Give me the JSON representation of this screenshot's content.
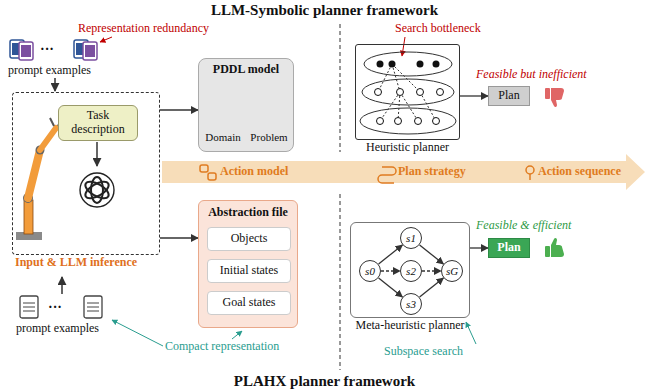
{
  "diagram": {
    "title": "LLM-Symbolic planner framework",
    "caption": "PLAHX planner framework",
    "nodes": [
      {
        "text": [
          "Input & LLM inference"
        ]
      },
      {
        "text": [
          "Task description"
        ],
        "in": 0
      },
      {
        "text": [
          "PDDL model",
          "Domain",
          "Problem"
        ]
      },
      {
        "text": [
          "Heuristic planner"
        ]
      },
      {
        "text": [
          "Plan"
        ]
      },
      {
        "text": [
          "Abstraction file"
        ]
      },
      {
        "text": [
          "Objects"
        ],
        "in": 5
      },
      {
        "text": [
          "Initial states"
        ],
        "in": 5
      },
      {
        "text": [
          "Goal states"
        ],
        "in": 5
      },
      {
        "text": [
          "Meta-heuristic planner"
        ]
      },
      {
        "text": [
          "s0"
        ],
        "in": 9
      },
      {
        "text": [
          "s1"
        ],
        "in": 9
      },
      {
        "text": [
          "s2"
        ],
        "in": 9
      },
      {
        "text": [
          "s3"
        ],
        "in": 9
      },
      {
        "text": [
          "sG"
        ],
        "in": 9
      },
      {
        "text": [
          "Plan"
        ]
      }
    ],
    "edges": [
      {
        "from": 0,
        "to": 2,
        "arrow": "to"
      },
      {
        "from": 0,
        "to": 5,
        "arrow": "to"
      },
      {
        "from": 3,
        "to": 4,
        "arrow": "to"
      },
      {
        "from": 9,
        "to": 15,
        "arrow": "to"
      },
      {
        "from": 10,
        "to": 11,
        "arrow": "to"
      },
      {
        "from": 10,
        "to": 12,
        "arrow": "to"
      },
      {
        "from": 10,
        "to": 13,
        "arrow": "to"
      },
      {
        "from": 11,
        "to": 14,
        "arrow": "to"
      },
      {
        "from": 12,
        "to": 14,
        "arrow": "to"
      },
      {
        "from": 13,
        "to": 14,
        "arrow": "to"
      }
    ],
    "labels": [
      "Representation redundancy",
      "Search bottleneck",
      "Feasible but inefficient",
      "prompt examples",
      "···",
      "Action model",
      "Plan strategy",
      "Action sequence",
      "prompt examples",
      "···",
      "Compact representation",
      "Subspace search",
      "Feasible & efficient"
    ]
  }
}
